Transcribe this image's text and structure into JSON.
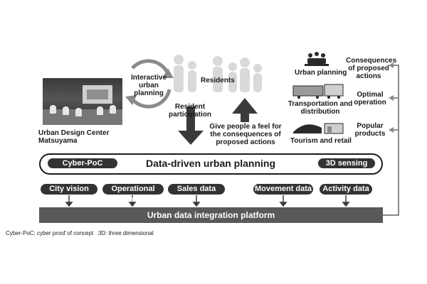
{
  "photo_caption": "Urban Design Center Matsuyama",
  "cycle_label": [
    "Interactive",
    "urban",
    "planning"
  ],
  "residents_label": "Residents",
  "participation_label": [
    "Resident",
    "participation"
  ],
  "feedback_label": [
    "Give people a feel for",
    "the consequences of",
    "proposed actions"
  ],
  "outcomes": [
    {
      "label": "Urban planning",
      "icon": "meeting-icon"
    },
    {
      "label": [
        "Transportation and",
        "distribution"
      ],
      "icon": "train-truck-icon"
    },
    {
      "label": "Tourism and retail",
      "icon": "shop-icon"
    }
  ],
  "side_labels": [
    [
      "Consequences",
      "of proposed",
      "actions"
    ],
    [
      "Optimal",
      "operation"
    ],
    [
      "Popular",
      "products"
    ]
  ],
  "band": {
    "left_pill": "Cyber-PoC",
    "title": "Data-driven urban planning",
    "right_pill": "3D sensing"
  },
  "data_sources": [
    "City vision",
    "Operational data",
    "Sales data",
    "Movement data",
    "Activity data"
  ],
  "platform_label": "Urban data integration platform",
  "footnote": "Cyber-PoC: cyber proof of concept   3D: three dimensional",
  "colors": {
    "dark": "#333333",
    "platform": "#595959",
    "arrow": "#3a3a3a",
    "silhouette": "#d9d9d9"
  }
}
